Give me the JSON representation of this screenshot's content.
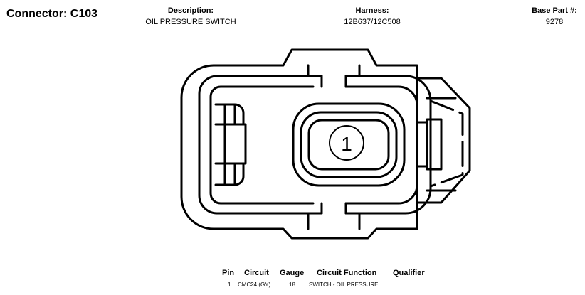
{
  "connector": {
    "title": "Connector: C103",
    "description_label": "Description:",
    "description": "OIL PRESSURE SWITCH",
    "harness_label": "Harness:",
    "harness": "12B637/12C508",
    "base_part_label": "Base Part #:",
    "base_part": "9278"
  },
  "diagram": {
    "pin_labels": [
      "1"
    ]
  },
  "pin_table": {
    "headers": [
      "Pin",
      "Circuit",
      "Gauge",
      "Circuit Function",
      "Qualifier"
    ],
    "rows": [
      [
        "1",
        "CMC24 (GY)",
        "18",
        "SWITCH - OIL PRESSURE",
        ""
      ]
    ]
  }
}
